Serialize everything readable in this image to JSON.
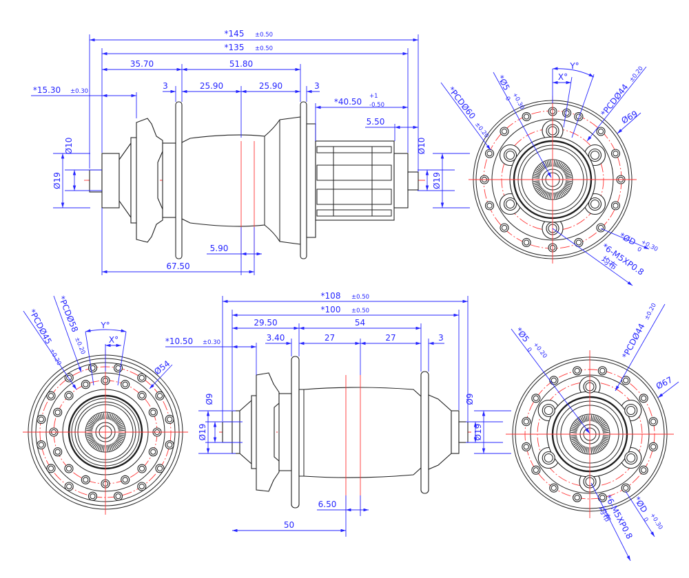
{
  "rear_hub_side": {
    "d145": "*145",
    "d145_tol": "±0.50",
    "d135": "*135",
    "d135_tol": "±0.50",
    "d35_70": "35.70",
    "d51_80": "51.80",
    "d3_left": "3",
    "d25_90_a": "25.90",
    "d25_90_b": "25.90",
    "d3_right": "3",
    "d15_30": "*15.30",
    "d15_30_tol": "±0.30",
    "d40_50": "*40.50",
    "d40_50_tol_upper": "+1",
    "d40_50_tol_lower": "-0.50",
    "d5_50": "5.50",
    "d5_90": "5.90",
    "d67_50": "67.50",
    "dia10_left": "Ø10",
    "dia19_left": "Ø19",
    "dia10_right": "Ø10",
    "dia19_right": "Ø19"
  },
  "rear_hub_end": {
    "pcd60": "*PCDØ60",
    "pcd60_tol": "±0.20",
    "hole5": "*Ø5",
    "hole5_tol_upper": "+0.30",
    "hole5_tol_lower": "0",
    "angle_y": "Y°",
    "angle_x": "X°",
    "pcd44": "*PCDØ44",
    "pcd44_tol": "±0.20",
    "dia69": "Ø69",
    "holeD": "*ØD",
    "holeD_tol_upper": "+0.30",
    "holeD_tol_lower": "0",
    "thread": "*6-M5XP0.8",
    "thread_note": "均布"
  },
  "front_hub_end": {
    "pcd45": "*PCDØ45",
    "pcd45_tol": "±0.20",
    "pcd58": "*PCDØ58",
    "pcd58_tol": "±0.20",
    "angle_y": "Y°",
    "angle_x": "X°",
    "dia54": "Ø54"
  },
  "front_hub_side": {
    "d108": "*108",
    "d108_tol": "±0.50",
    "d100": "*100",
    "d100_tol": "±0.50",
    "d29_50": "29.50",
    "d54": "54",
    "d3_40": "3.40",
    "d27_a": "27",
    "d27_b": "27",
    "d3": "3",
    "d10_50": "*10.50",
    "d10_50_tol": "±0.30",
    "d6_50": "6.50",
    "d50": "50",
    "dia9_left": "Ø9",
    "dia19_left": "Ø19",
    "dia9_right": "Ø9",
    "dia19_right": "Ø19"
  },
  "front_disc_end": {
    "hole5": "*Ø5",
    "hole5_tol_upper": "+0.20",
    "hole5_tol_lower": "0",
    "pcd44": "*PCDØ44",
    "pcd44_tol": "±0.20",
    "dia67": "Ø67",
    "holeD": "*ØD",
    "holeD_tol_upper": "+0.30",
    "holeD_tol_lower": "0",
    "thread": "*6-M5XP0.8",
    "thread_note": "均布"
  },
  "colors": {
    "dimension": "#2424ff",
    "centerline": "#ff3030",
    "outline": "#1e1e1e"
  }
}
